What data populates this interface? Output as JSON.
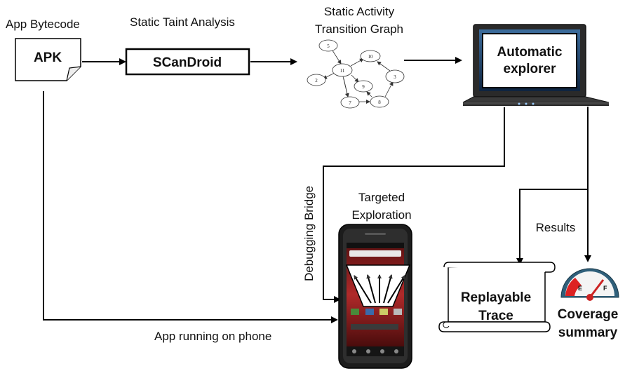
{
  "labels": {
    "app_bytecode": "App Bytecode",
    "apk": "APK",
    "static_taint": "Static Taint Analysis",
    "scandroid": "SCanDroid",
    "satg_line1": "Static Activity",
    "satg_line2": "Transition Graph",
    "explorer_line1": "Automatic",
    "explorer_line2": "explorer",
    "debugging_bridge": "Debugging Bridge",
    "targeted_line1": "Targeted",
    "targeted_line2": "Exploration",
    "results": "Results",
    "replayable_line1": "Replayable",
    "replayable_line2": "Trace",
    "coverage_line1": "Coverage",
    "coverage_line2": "summary",
    "app_running": "App running on phone",
    "gauge_e": "E",
    "gauge_f": "F"
  },
  "graph_nodes": [
    "5",
    "10",
    "11",
    "3",
    "2",
    "9",
    "7",
    "8"
  ],
  "colors": {
    "stroke": "#000000",
    "screen_blue": "#1a3a5c",
    "gauge_needle": "#cc2222",
    "gauge_ring": "#2f5f7a",
    "phone_red": "#8a1a1a"
  }
}
